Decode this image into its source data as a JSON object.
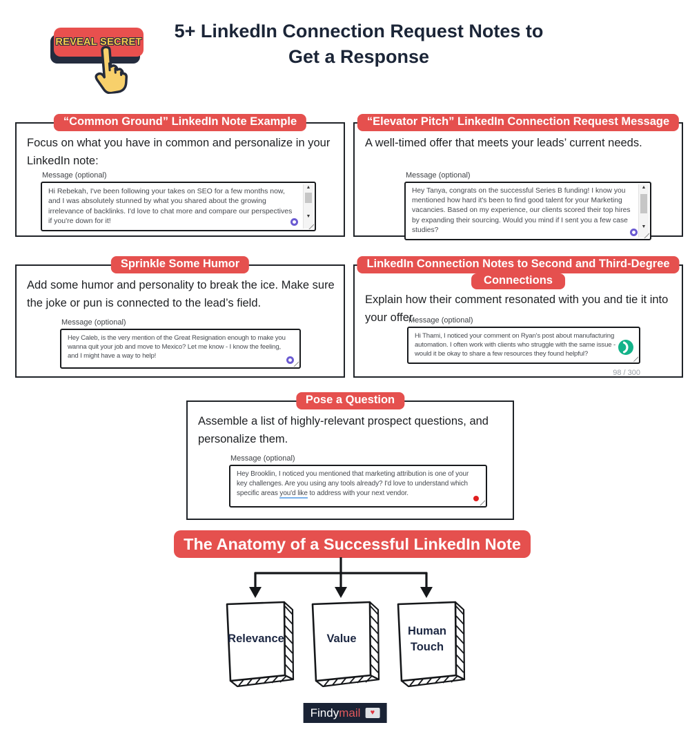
{
  "header": {
    "button_label": "REVEAL SECRET",
    "title_line1": "5+ LinkedIn Connection Request Notes to",
    "title_line2": "Get a Response"
  },
  "cards": [
    {
      "badge": "“Common Ground” LinkedIn Note Example",
      "body": "Focus on what you have in common and personalize in your LinkedIn note:",
      "message_label": "Message (optional)",
      "message": "Hi Rebekah, I've been following your takes on SEO for a few months now, and I was absolutely stunned by what you shared about the growing irrelevance of backlinks. I'd love to chat more and compare our perspectives if you're down for it!"
    },
    {
      "badge": "“Elevator Pitch” LinkedIn Connection Request Message",
      "body": "A well-timed offer that meets your leads’ current needs.",
      "message_label": "Message (optional)",
      "message": "Hey Tanya, congrats on the successful Series B funding! I know you mentioned how hard it's been to find good talent for your Marketing vacancies. Based on my experience, our clients scored their top hires by expanding their sourcing. Would you mind if I sent you a few case studies?"
    },
    {
      "badge": "Sprinkle Some Humor",
      "body": "Add some humor and personality to break the ice. Make sure the joke or pun is connected to the lead’s field.",
      "message_label": "Message (optional)",
      "message": "Hey Caleb, is the very mention of the Great Resignation enough to make you wanna quit your job and move to Mexico? Let me know - I know the feeling, and I might have a way to help!"
    },
    {
      "badge_line1": "LinkedIn Connection Notes to Second and Third-Degree",
      "badge_line2": "Connections",
      "body": "Explain how their comment resonated with you and tie it into your offer.",
      "message_label": "Message (optional)",
      "message": "Hi Thami, I noticed your comment on Ryan's post about manufacturing automation. I often work with clients who struggle with the same issue - would it be okay to share a few resources they found helpful?",
      "counter": "98 / 300"
    },
    {
      "badge": "Pose a Question",
      "body": "Assemble a list of highly-relevant prospect questions, and personalize them.",
      "message_label": "Message (optional)",
      "message_part1": "Hey Brooklin, I noticed you mentioned that marketing attribution is one of your key challenges. Are you using any tools already? I'd love to understand which specific areas ",
      "message_underlined": "you'd like",
      "message_part2": " to address with your next vendor."
    }
  ],
  "anatomy": {
    "title": "The Anatomy of a Successful LinkedIn Note",
    "boxes": [
      "Relevance",
      "Value",
      "Human Touch"
    ]
  },
  "footer": {
    "brand_part1": "Findy",
    "brand_part2": "mail"
  },
  "icons": {
    "pointer-hand-icon": "cartoon hand cursor pressing button",
    "scroll-up-icon": "▲",
    "scroll-down-icon": "▼",
    "grammarly-purple-icon": "purple ring assistant widget",
    "grammarly-green-icon": "green circle with white arc",
    "red-dot-icon": "red status dot",
    "envelope-heart-icon": "envelope with red heart",
    "resize-handle-icon": "diagonal grip lines"
  },
  "colors": {
    "accent_red": "#e5504e",
    "navy": "#1b2537",
    "button_yellow": "#f7c84a",
    "grammarly_green": "#14b38a",
    "grammarly_purple": "#6b5bd2",
    "underline_blue": "#78b0ea",
    "alert_red": "#e01e1e"
  }
}
